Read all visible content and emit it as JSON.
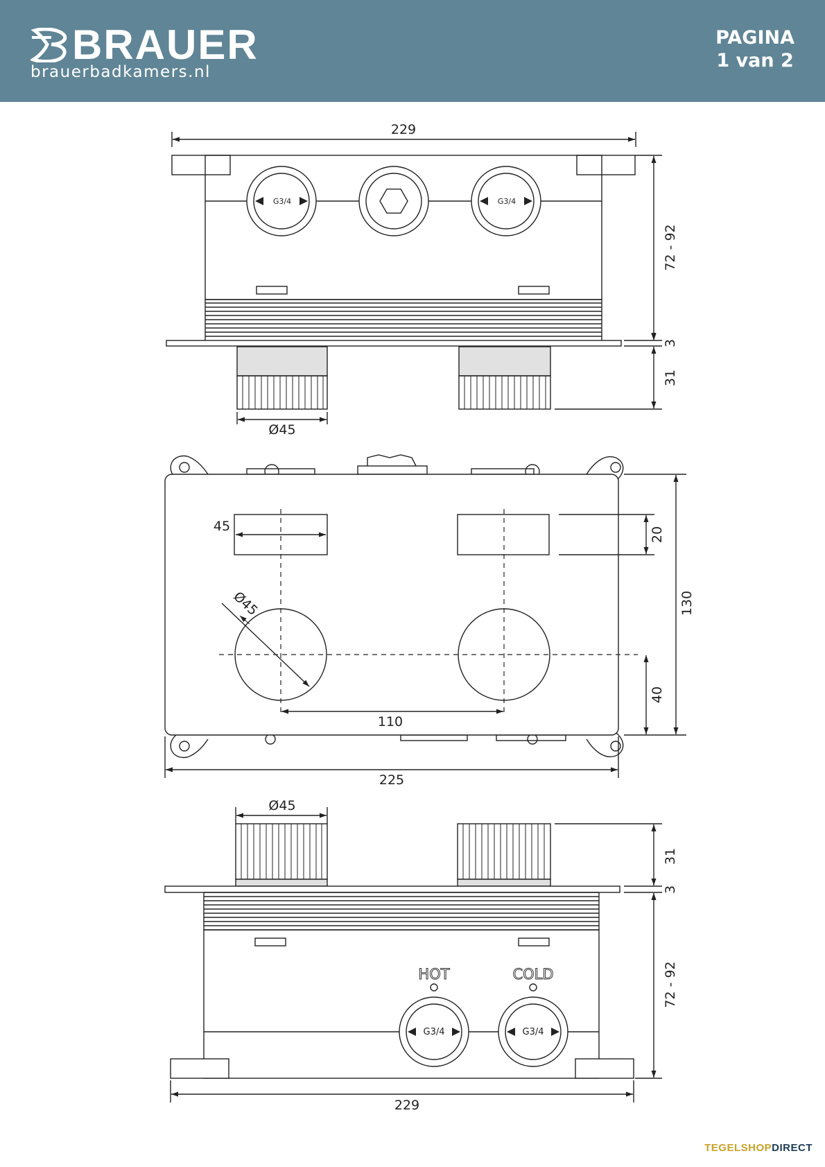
{
  "header": {
    "brand": "BRAUER",
    "website": "brauerbadkamers.nl",
    "page_label_line1": "PAGINA",
    "page_label_line2": "1 van 2"
  },
  "colors": {
    "header_bg": "#5f8596",
    "line": "#222222",
    "footer_gold": "#c9a227",
    "footer_navy": "#1d3b57"
  },
  "top_view": {
    "width": "229",
    "height": "72 - 92",
    "plate": "3",
    "knob_height": "31",
    "knob_diameter": "Ø45",
    "port_left": "G3/4",
    "port_right": "G3/4"
  },
  "front_view": {
    "cutout_width": "45",
    "cutout_height": "20",
    "knob_diameter": "Ø45",
    "total_height": "130",
    "knob_offset": "40",
    "knob_spacing": "110",
    "total_width": "225"
  },
  "bottom_view": {
    "knob_diameter": "Ø45",
    "knob_height": "31",
    "plate": "3",
    "height": "72 - 92",
    "hot_label": "HOT",
    "cold_label": "COLD",
    "port_hot": "G3/4",
    "port_cold": "G3/4",
    "width": "229"
  },
  "footer": {
    "brand_part1": "TEGELSHOP",
    "brand_part2": "DIRECT"
  }
}
